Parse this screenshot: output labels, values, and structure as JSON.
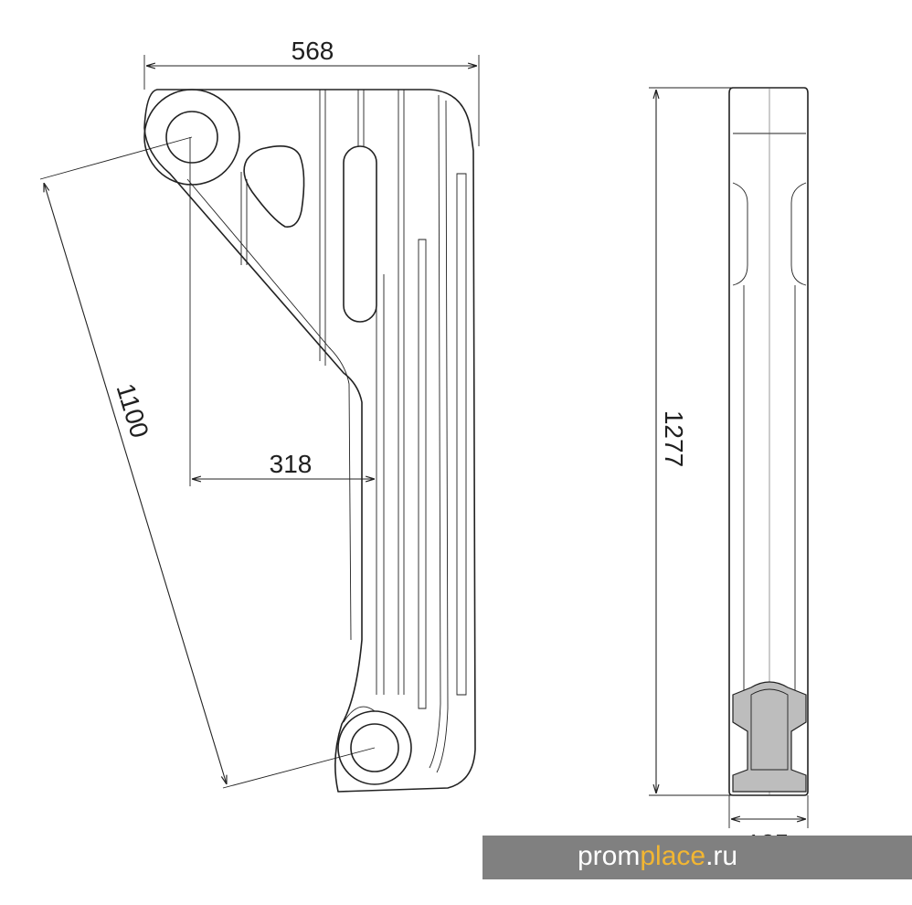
{
  "dimensions": {
    "overall_depth": "568",
    "center_distance": "1100",
    "axis_offset": "318",
    "overall_height": "1277",
    "section_width": "125"
  },
  "watermark": {
    "prefix": "prom",
    "accent": "place",
    "suffix": ".ru",
    "accent_color": "#f2b632",
    "band_color": "#808080"
  }
}
